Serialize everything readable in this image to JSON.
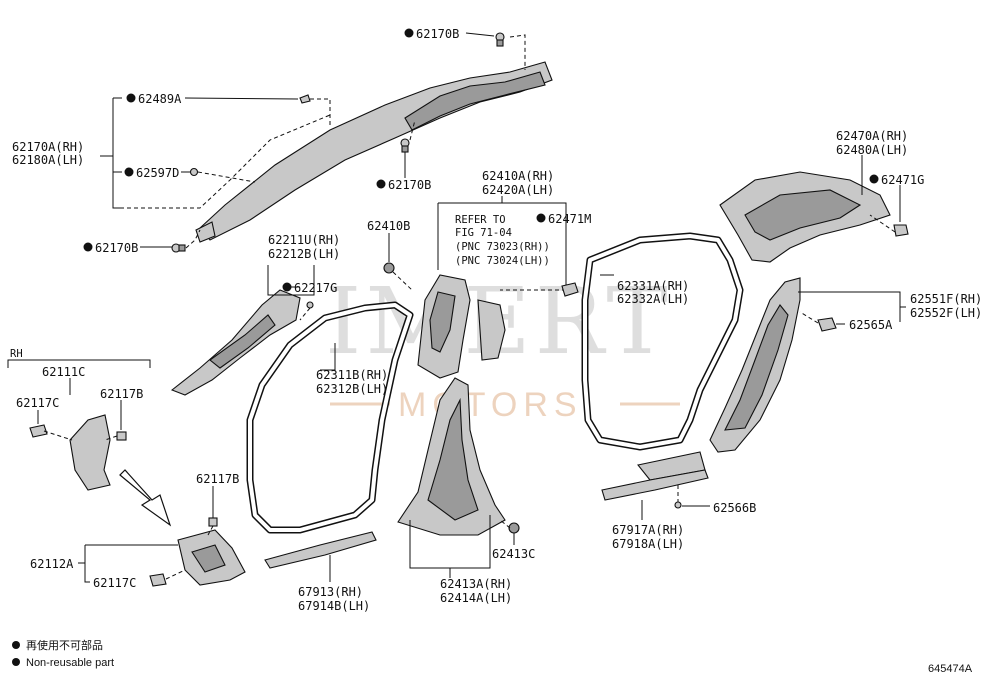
{
  "labels": {
    "p62170b_top": "62170B",
    "p62489a": "62489A",
    "p62170a": "62170A(RH)",
    "p62180a": "62180A(LH)",
    "p62597d": "62597D",
    "p62170b_mid": "62170B",
    "p62170b_left": "62170B",
    "p62211u": "62211U(RH)",
    "p62212b": "62212B(LH)",
    "p62217g": "62217G",
    "p62410b": "62410B",
    "p62410a": "62410A(RH)",
    "p62420a": "62420A(LH)",
    "refer1": "REFER TO",
    "refer2": "FIG 71-04",
    "refer3": "(PNC 73023(RH))",
    "refer4": "(PNC 73024(LH))",
    "p62471m": "62471M",
    "p62470a": "62470A(RH)",
    "p62480a": "62480A(LH)",
    "p62471g": "62471G",
    "p62331a": "62331A(RH)",
    "p62332a": "62332A(LH)",
    "p62551f": "62551F(RH)",
    "p62552f": "62552F(LH)",
    "p62565a": "62565A",
    "rh": "RH",
    "p62111c": "62111C",
    "p62117c_top": "62117C",
    "p62117b_top": "62117B",
    "p62311b": "62311B(RH)",
    "p62312b": "62312B(LH)",
    "p62117b_mid": "62117B",
    "p62112a": "62112A",
    "p62117c_bot": "62117C",
    "p67913": "67913(RH)",
    "p67914b": "67914B(LH)",
    "p62413c": "62413C",
    "p62413a": "62413A(RH)",
    "p62414a": "62414A(LH)",
    "p62566b": "62566B",
    "p67917a": "67917A(RH)",
    "p67918a": "67918A(LH)",
    "legend_cn": "再使用不可部品",
    "legend_en": "Non-reusable part",
    "fig_id": "645474A"
  },
  "watermark": {
    "title": "IMERT",
    "subtitle": "MOTORS"
  }
}
